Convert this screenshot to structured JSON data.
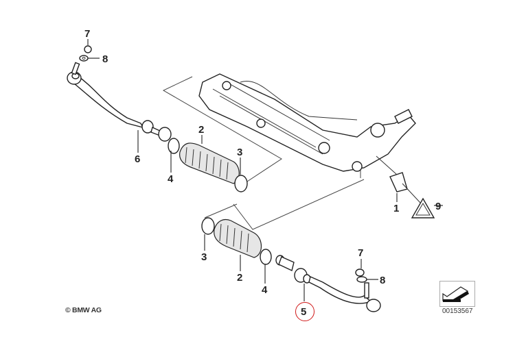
{
  "diagram": {
    "copyright": "© BMW AG",
    "image_number": "00153567",
    "selected_part": "5",
    "callouts": [
      {
        "id": "1",
        "label": "1",
        "part": "bracket"
      },
      {
        "id": "2a",
        "label": "2",
        "part": "bellows-upper"
      },
      {
        "id": "2b",
        "label": "2",
        "part": "bellows-lower"
      },
      {
        "id": "3a",
        "label": "3",
        "part": "clamp-upper"
      },
      {
        "id": "3b",
        "label": "3",
        "part": "clamp-lower"
      },
      {
        "id": "4a",
        "label": "4",
        "part": "clamp-small-upper"
      },
      {
        "id": "4b",
        "label": "4",
        "part": "clamp-small-lower"
      },
      {
        "id": "5",
        "label": "5",
        "part": "lock-nut"
      },
      {
        "id": "6",
        "label": "6",
        "part": "lock-nut-upper"
      },
      {
        "id": "7a",
        "label": "7",
        "part": "self-locking-nut-upper"
      },
      {
        "id": "7b",
        "label": "7",
        "part": "self-locking-nut-lower"
      },
      {
        "id": "8a",
        "label": "8",
        "part": "washer-upper"
      },
      {
        "id": "8b",
        "label": "8",
        "part": "washer-lower"
      },
      {
        "id": "9",
        "label": "9",
        "part": "warning-label"
      }
    ],
    "colors": {
      "highlight": "#d01818",
      "line": "#222222"
    }
  }
}
